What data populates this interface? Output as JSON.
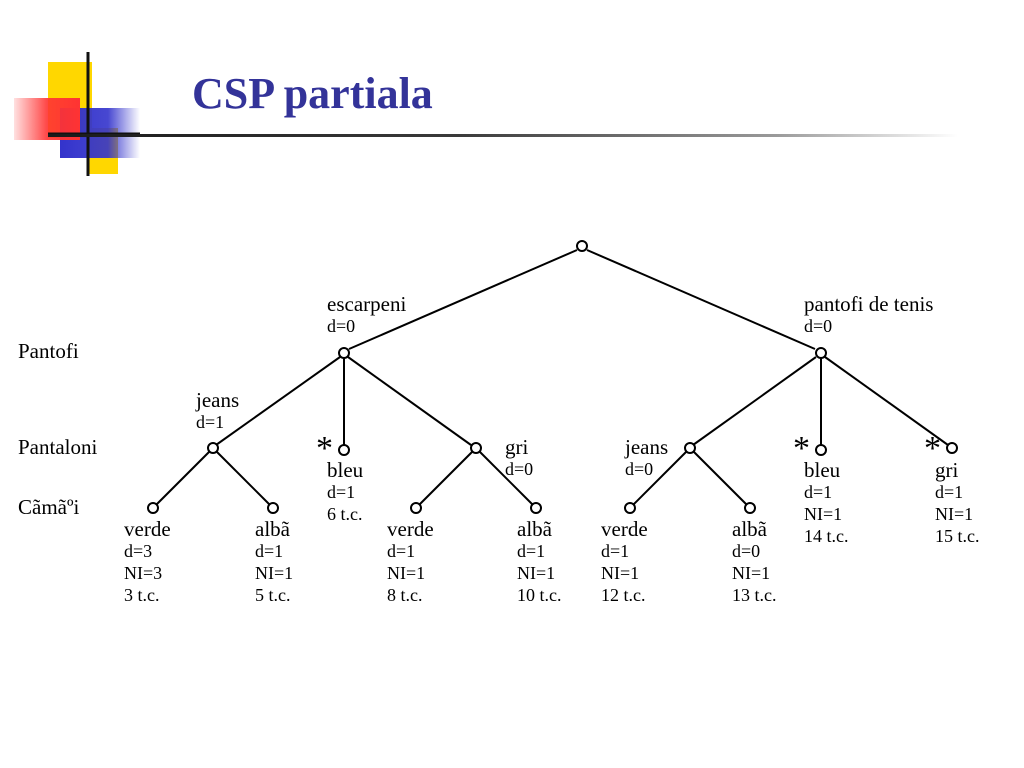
{
  "title": "CSP partiala",
  "row_labels": {
    "r1": "Pantofi",
    "r2": "Pantaloni",
    "r3": "Cãmãºi"
  },
  "nodes": {
    "escarpeni": {
      "name": "escarpeni",
      "info": [
        "d=0"
      ]
    },
    "pantofi_tenis": {
      "name": "pantofi de tenis",
      "info": [
        "d=0"
      ]
    },
    "jeans1": {
      "name": "jeans",
      "info": [
        "d=1"
      ]
    },
    "bleu1": {
      "name": "bleu",
      "info": [
        "d=1",
        "6 t.c."
      ]
    },
    "gri1": {
      "name": "gri",
      "info": [
        "d=0"
      ]
    },
    "jeans2": {
      "name": "jeans",
      "info": [
        "d=0"
      ]
    },
    "bleu2": {
      "name": "bleu",
      "info": [
        "d=1",
        "NI=1",
        "14 t.c."
      ]
    },
    "gri2": {
      "name": "gri",
      "info": [
        "d=1",
        "NI=1",
        "15 t.c."
      ]
    },
    "verde1": {
      "name": "verde",
      "info": [
        "d=3",
        "NI=3",
        "3 t.c."
      ]
    },
    "alba1": {
      "name": "albã",
      "info": [
        "d=1",
        "NI=1",
        "5 t.c."
      ]
    },
    "verde2": {
      "name": "verde",
      "info": [
        "d=1",
        "NI=1",
        "8 t.c."
      ]
    },
    "alba2": {
      "name": "albã",
      "info": [
        "d=1",
        "NI=1",
        "10 t.c."
      ]
    },
    "verde3": {
      "name": "verde",
      "info": [
        "d=1",
        "NI=1",
        "12 t.c."
      ]
    },
    "alba3": {
      "name": "albã",
      "info": [
        "d=0",
        "NI=1",
        "13 t.c."
      ]
    }
  },
  "pruned_marker": "*"
}
